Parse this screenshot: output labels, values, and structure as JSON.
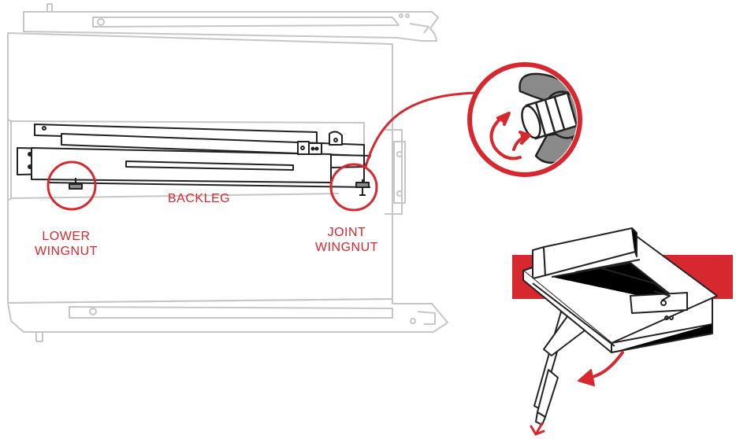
{
  "labels": {
    "backleg": "BACKLEG",
    "lower_wingnut": [
      "LOWER",
      "WINGNUT"
    ],
    "joint_wingnut": [
      "JOINT",
      "WINGNUT"
    ]
  },
  "colors": {
    "accent": "#d7282f",
    "outline": "#222222",
    "faded": "#c6c6c6",
    "wingnut": "#8a8a8a"
  },
  "icons": {
    "rotate": "rotate-arrows-icon",
    "fold": "curved-arrow-icon",
    "down": "arrow-down-icon"
  }
}
